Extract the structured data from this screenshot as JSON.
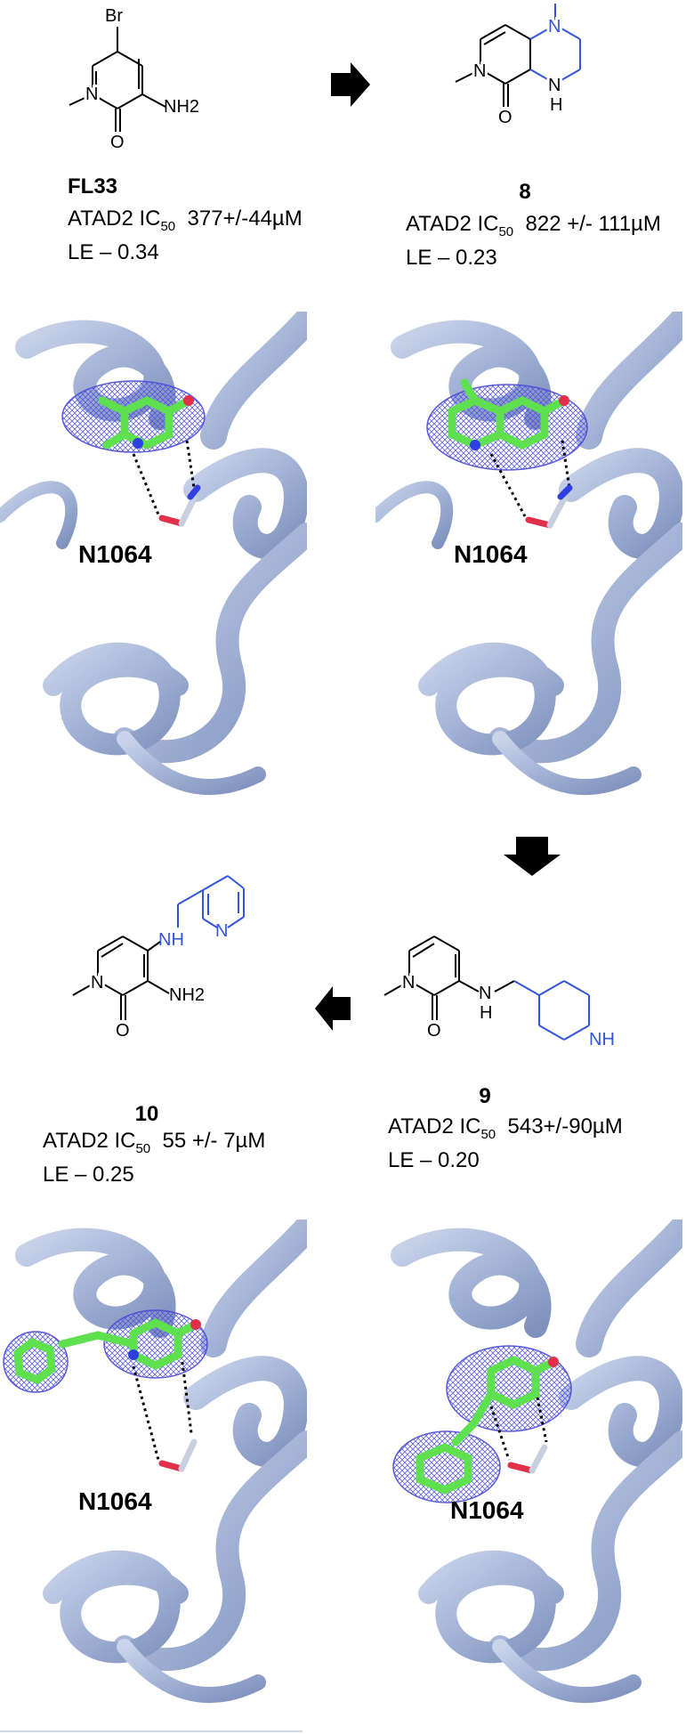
{
  "compounds": [
    {
      "id": "FL33",
      "ic50_prefix": "ATAD2 IC",
      "ic50_sub": "50",
      "ic50_value": "377+/-44µM",
      "le": "LE – 0.34",
      "atoms": [
        "Br",
        "N",
        "NH2",
        "O"
      ]
    },
    {
      "id": "8",
      "ic50_prefix": "ATAD2 IC",
      "ic50_sub": "50",
      "ic50_value": "822 +/- 111µM",
      "le": "LE – 0.23",
      "atoms": [
        "N",
        "N",
        "N",
        "H",
        "O"
      ]
    },
    {
      "id": "10",
      "ic50_prefix": "ATAD2 IC",
      "ic50_sub": "50",
      "ic50_value": "55 +/- 7µM",
      "le": "LE – 0.25",
      "atoms": [
        "N",
        "NH",
        "N",
        "NH2",
        "O"
      ]
    },
    {
      "id": "9",
      "ic50_prefix": "ATAD2 IC",
      "ic50_sub": "50",
      "ic50_value": "543+/-90µM",
      "le": "LE – 0.20",
      "atoms": [
        "N",
        "N",
        "H",
        "NH",
        "O"
      ]
    }
  ],
  "panels": [
    {
      "residue": "N1064"
    },
    {
      "residue": "N1064"
    },
    {
      "residue": "N1064"
    },
    {
      "residue": "N1064"
    }
  ],
  "arrows": [
    {
      "icon": "arrow-right-icon"
    },
    {
      "icon": "arrow-down-icon"
    },
    {
      "icon": "arrow-left-icon"
    }
  ],
  "colors": {
    "protein": "#a9b8d8",
    "protein_dark": "#7d8fb8",
    "ligand_carbon": "#5fe04f",
    "mesh": "#4a4ae0",
    "oxygen": "#e0304a",
    "nitrogen": "#3040e0",
    "highlight_blue": "#3355dd"
  }
}
